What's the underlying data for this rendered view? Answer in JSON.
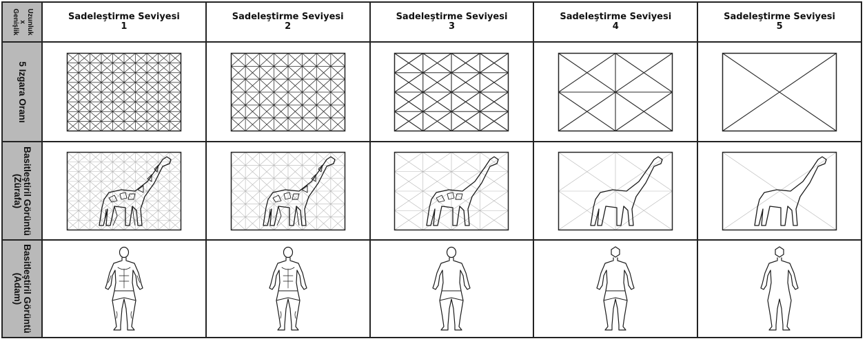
{
  "corner_label": [
    "Uzunluk",
    "x",
    "Genişlik"
  ],
  "row_labels": [
    [
      "5 Izgara Oranı"
    ],
    [
      "Basitleştiril Görüntü",
      "(Zürafa)"
    ],
    [
      "Basitleştiril Görüntü",
      "(Adam)"
    ]
  ],
  "levels": [
    {
      "title": "Sadeleştirme Seviyesi",
      "number": "1",
      "grid_cols": 10,
      "grid_rows": 8
    },
    {
      "title": "Sadeleştirme Seviyesi",
      "number": "2",
      "grid_cols": 8,
      "grid_rows": 6
    },
    {
      "title": "Sadeleştirme Seviyesi",
      "number": "3",
      "grid_cols": 4,
      "grid_rows": 4
    },
    {
      "title": "Sadeleştirme Seviyesi",
      "number": "4",
      "grid_cols": 2,
      "grid_rows": 2
    },
    {
      "title": "Sadeleştirme Seviyesi",
      "number": "5",
      "grid_cols": 1,
      "grid_rows": 1
    }
  ]
}
